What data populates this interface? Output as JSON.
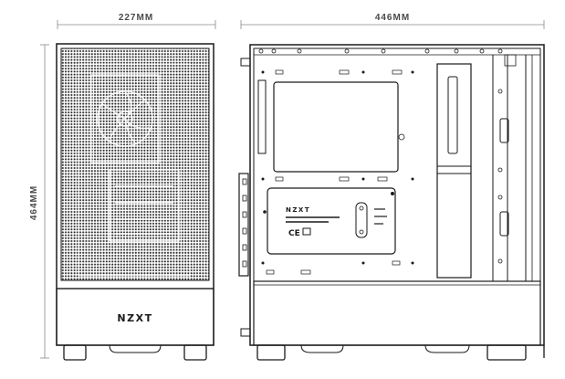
{
  "dimensions": {
    "width": "227MM",
    "depth": "446MM",
    "height": "464MM"
  },
  "front_view": {
    "brand": "NZXT"
  },
  "side_view": {
    "brand": "NZXT",
    "cert": "CE"
  },
  "colors": {
    "line": "#1a1a1a",
    "dimension": "#8a8a8a",
    "background": "#ffffff"
  }
}
